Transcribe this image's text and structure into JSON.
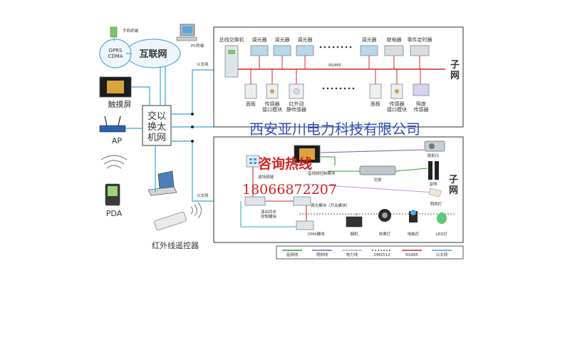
{
  "top_left": {
    "phone_label": "手机终端",
    "gprs_label": "GPRS\nCDMA",
    "internet_label": "互联网",
    "pc_label": "PC终端",
    "touch_label": "触摸屏",
    "ap_label": "AP",
    "pda_label": "PDA",
    "remote_label": "红外线遥控器",
    "switch_label": "交以\n换太\n机网",
    "ethernet_label_top": "以太网",
    "ethernet_label_bottom": "以太网"
  },
  "top_subnet": {
    "devices": [
      "总线交换机",
      "调光器",
      "调光器",
      "调光器",
      "调光器",
      "继电器",
      "事件定时器"
    ],
    "bus_label": "RS485",
    "subnet_label": "子\n网",
    "sensors": [
      "面板",
      "传感器\n接口模块",
      "红外动\n静传感器",
      "面板",
      "传感器\n接口模块",
      "照度\n传感器"
    ]
  },
  "watermark": {
    "company": "西安亚川电力科技有限公司",
    "hotline_label": "咨询热线",
    "hotline_number": "18066872207"
  },
  "bottom_subnet": {
    "projector": "投影仪",
    "av_module": "音视频控制模块",
    "amplifier": "功放",
    "speaker": "音响",
    "scene_button": "选场按键",
    "lighting": "照明灯",
    "dim_module": "调光模块（开关模块）",
    "sync_module": "演出同步\n控制模块",
    "dmx_module": "DMX模块",
    "smoke": "烟机",
    "effect_light": "效果灯",
    "moving_light": "电脑灯",
    "led_light": "LED灯",
    "subnet_label": "子\n网"
  },
  "legend": [
    {
      "label": "音频线",
      "color": "#2e9c3a",
      "dash": "none"
    },
    {
      "label": "视频线",
      "color": "#7a5fb0",
      "dash": "none"
    },
    {
      "label": "电力线",
      "color": "#c99ad6",
      "dash": "none"
    },
    {
      "label": "DMX512",
      "color": "#555555",
      "dash": "2,2"
    },
    {
      "label": "RS485",
      "color": "#d42a2a",
      "dash": "none"
    },
    {
      "label": "以太网",
      "color": "#3aa5d8",
      "dash": "none"
    }
  ]
}
